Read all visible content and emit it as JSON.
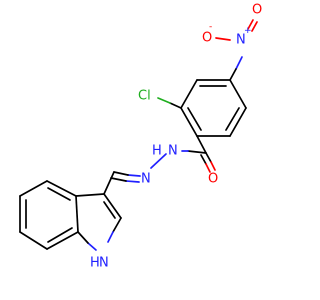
{
  "atoms": {
    "nitro_o_left": "O",
    "nitro_o_left_charge": "-",
    "nitro_n": "N",
    "nitro_n_charge": "+",
    "nitro_o_right": "O",
    "cl": "Cl",
    "hydrazide_n1": "N",
    "hydrazide_h": "H",
    "hydrazone_n2": "N",
    "carbonyl_o": "O",
    "indole_h": "H",
    "indole_n": "N"
  },
  "colors": {
    "bond": "#000000",
    "nitrogen": "#2020ff",
    "oxygen": "#ff0000",
    "chlorine": "#1fae1f"
  }
}
